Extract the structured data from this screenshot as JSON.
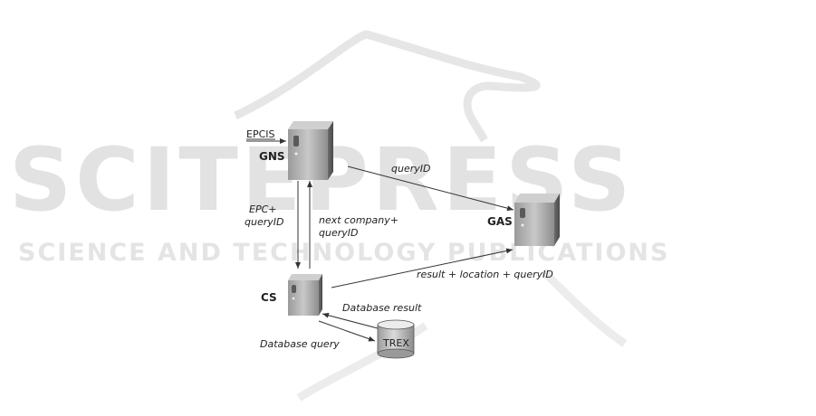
{
  "watermark": {
    "title": "SCITEPRESS",
    "subtitle": "SCIENCE AND TECHNOLOGY PUBLICATIONS"
  },
  "nodes": {
    "gns": "GNS",
    "gas": "GAS",
    "cs": "CS",
    "trex": "TREX"
  },
  "input": {
    "epcis": "EPCIS"
  },
  "edges": {
    "gns_to_gas": "queryID",
    "gns_to_cs_line1": "EPC+",
    "gns_to_cs_line2": "queryID",
    "cs_to_gns_line1": "next company+",
    "cs_to_gns_line2": "queryID",
    "cs_to_gas": "result + location + queryID",
    "trex_to_cs": "Database result",
    "cs_to_trex": "Database query"
  }
}
